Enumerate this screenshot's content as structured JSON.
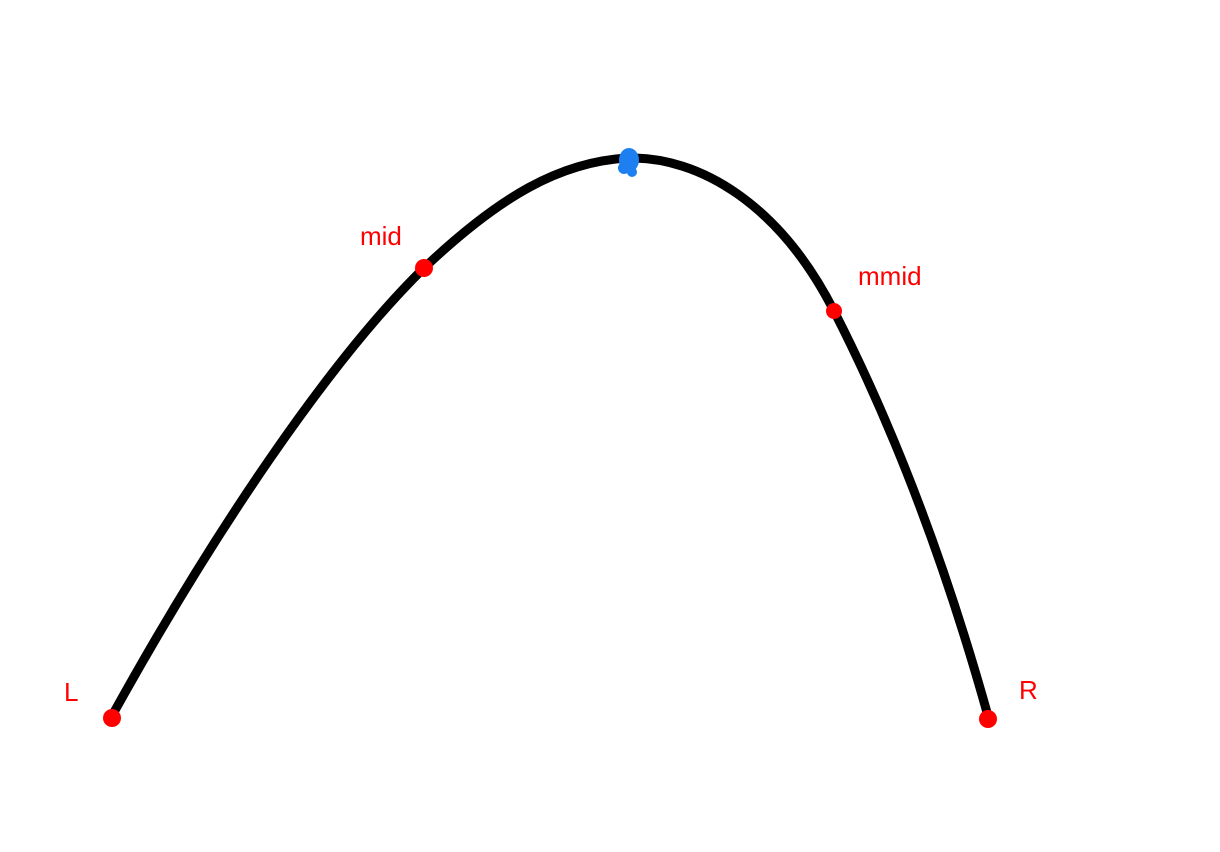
{
  "colors": {
    "background": "#ffffff",
    "curve": "#000000",
    "points": "#ff0000",
    "peak": "#1e7ff0"
  },
  "labels": {
    "left": "L",
    "mid": "mid",
    "mmid": "mmid",
    "right": "R"
  }
}
